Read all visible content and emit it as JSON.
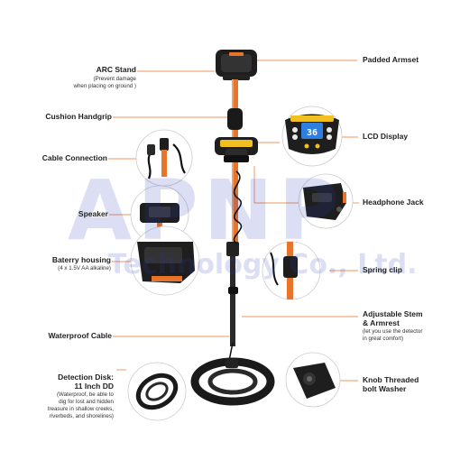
{
  "callouts": {
    "arc_stand": {
      "title": "ARC Stand",
      "note_line1": "(Prevent damage",
      "note_line2": "when placing on ground )"
    },
    "cushion_handgrip": {
      "title": "Cushion Handgrip"
    },
    "cable_connection": {
      "title": "Cable Connection"
    },
    "speaker": {
      "title": "Speaker"
    },
    "battery_housing": {
      "title": "Baterry  housing",
      "note": "(4 x 1.5V AA alkaline)"
    },
    "waterproof_cable": {
      "title": "Waterproof Cable"
    },
    "detection_disk": {
      "title_line1": "Detection Disk:",
      "title_line2": "11 Inch DD",
      "note_lines": [
        "(Waterproof, be able to",
        "dig for lost and hidden",
        "treasure in shallow creeks,",
        "riverbeds, and shorelines)"
      ]
    },
    "padded_armset": {
      "title": "Padded Armset"
    },
    "lcd_display": {
      "title": "LCD Display"
    },
    "headphone_jack": {
      "title": "Headphone Jack"
    },
    "spring_clip": {
      "title": "Spring clip"
    },
    "adjustable_stem": {
      "title_line1": "Adjustable Stem",
      "title_line2": "& Armrest",
      "note_line1": "(let you use the detector",
      "note_line2": "in great comfort)"
    },
    "knob_bolt": {
      "title_line1": "Knob Threaded",
      "title_line2": "bolt Washer"
    }
  },
  "watermark": {
    "line1": "APNP",
    "line2": "Technology Co., Ltd."
  },
  "colors": {
    "accent": "#e8732a",
    "pole_orange": "#e8732a",
    "dark": "#1e1e1e",
    "lcd_blue": "#2f7fe0",
    "lcd_body": "#f0c020",
    "watermark": "#2b3fbf"
  },
  "icons": [
    "armrest-image",
    "lcd-display-image",
    "cable-connection-image",
    "headphone-jack-image",
    "speaker-image",
    "spring-clip-image",
    "battery-housing-image",
    "detection-coil-image",
    "knob-bolt-image"
  ]
}
